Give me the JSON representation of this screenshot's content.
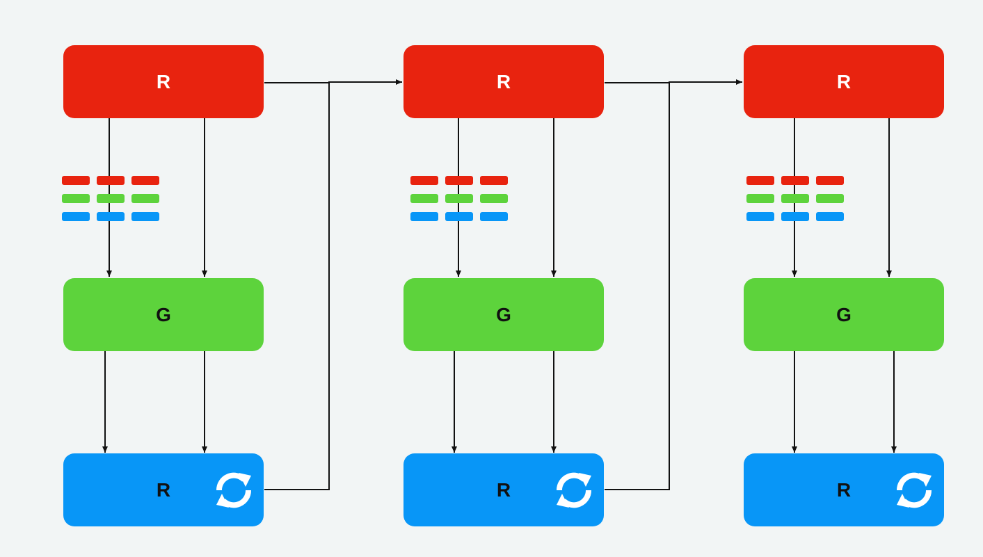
{
  "colors": {
    "background": "#f2f5f5",
    "red": "#e8230f",
    "green": "#5dd33c",
    "blue": "#0896f7",
    "line": "#111111"
  },
  "stages": [
    {
      "top_label": "R",
      "middle_label": "G",
      "bottom_label": "R",
      "bottom_icon": "refresh-icon"
    },
    {
      "top_label": "R",
      "middle_label": "G",
      "bottom_label": "R",
      "bottom_icon": "refresh-icon"
    },
    {
      "top_label": "R",
      "middle_label": "G",
      "bottom_label": "R",
      "bottom_icon": "refresh-icon"
    }
  ],
  "token_grid": {
    "rows": [
      "red",
      "green",
      "blue"
    ],
    "columns": 3
  }
}
